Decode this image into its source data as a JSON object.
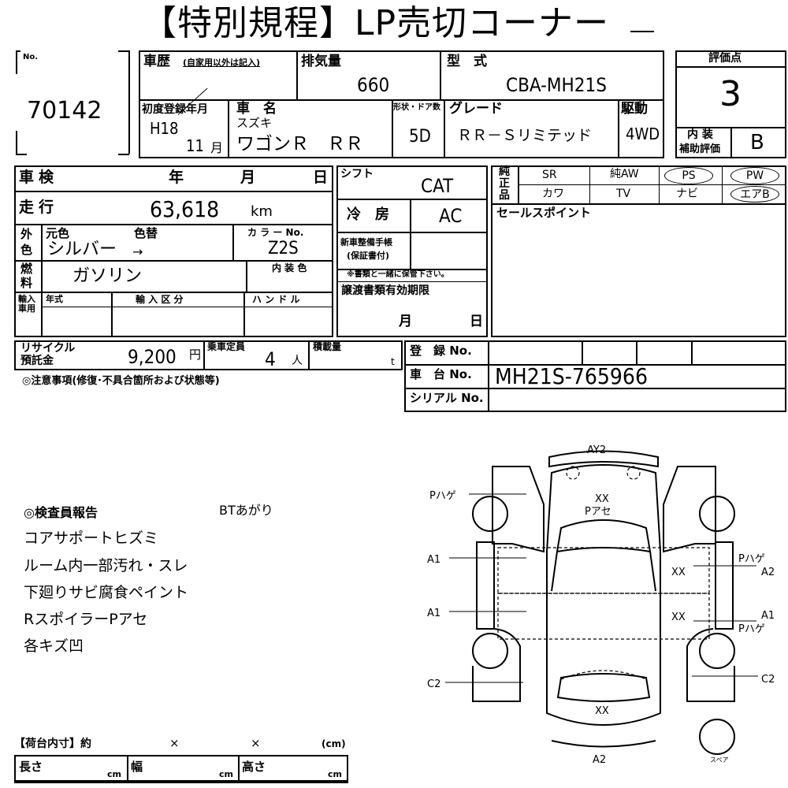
{
  "title": "【特別規程】LP売切コーナー",
  "lot": {
    "label": "No.",
    "number": "70142"
  },
  "history": {
    "label": "車歴",
    "note": "(自家用以外は記入)"
  },
  "displacement": {
    "label": "排気量",
    "value": "660"
  },
  "model": {
    "label": "型　式",
    "value": "CBA-MH21S"
  },
  "score": {
    "label": "評価点",
    "value": "3"
  },
  "first_reg": {
    "label": "初度登録年月",
    "era": "H18",
    "month": "11",
    "month_unit": "月"
  },
  "car_name": {
    "label": "車　名",
    "maker": "スズキ",
    "value": "ワゴンＲ　ＲＲ"
  },
  "doors": {
    "label": "形状・ドア数",
    "value": "5D"
  },
  "grade": {
    "label": "グレード",
    "value": "ＲＲ－Ｓリミテッド"
  },
  "drive": {
    "label": "駆動",
    "value": "4WD"
  },
  "interior_score": {
    "label1": "内 装",
    "label2": "補助評価",
    "value": "B"
  },
  "inspection": {
    "label": "車検",
    "year": "年",
    "month": "月",
    "day": "日"
  },
  "shift": {
    "label": "シフト",
    "value": "CAT"
  },
  "mileage": {
    "label": "走行",
    "value": "63,618",
    "unit": "km"
  },
  "aircon": {
    "label": "冷　房",
    "value": "AC"
  },
  "exterior_color": {
    "side1": "外",
    "side2": "色",
    "orig_label": "元色",
    "change_label": "色替",
    "value": "シルバー",
    "arrow": "→",
    "code_label": "カ ラ ー No.",
    "code": "Z2S"
  },
  "service_book": {
    "label1": "新車整備手帳",
    "label2": "(保証書付)",
    "note": "※書類と一緒に保管下さい。"
  },
  "fuel": {
    "side1": "燃",
    "side2": "料",
    "value": "ガソリン",
    "interior_color_label": "内 装 色"
  },
  "import": {
    "side": "輸入車用",
    "year_label": "年式",
    "class_label": "輸 入 区 分",
    "handle_label": "ハ ン ド ル"
  },
  "transfer": {
    "label": "譲渡書類有効期限",
    "month": "月",
    "day": "日"
  },
  "options": {
    "side": "純正品",
    "row1": [
      "SR",
      "純AW",
      "PS",
      "PW"
    ],
    "row2": [
      "カワ",
      "TV",
      "ナビ",
      "エアB"
    ]
  },
  "sales_point": {
    "label": "セールスポイント"
  },
  "recycle": {
    "label1": "リサイクル",
    "label2": "預託金",
    "value": "9,200",
    "unit": "円"
  },
  "capacity": {
    "label": "乗車定員",
    "value": "4",
    "unit": "人"
  },
  "load": {
    "label": "積載量",
    "unit": "t"
  },
  "registration": {
    "label": "登　録 No.",
    "value": ""
  },
  "chassis": {
    "label": "車　台 No.",
    "value": "MH21S-765966"
  },
  "serial": {
    "label": "シリアル No.",
    "value": ""
  },
  "caution": {
    "label": "◎注意事項(修復･不具合箇所および状態等)"
  },
  "inspector": {
    "label": "◎検査員報告",
    "note": "BTあがり",
    "lines": [
      "コアサポートヒズミ",
      "ルーム内一部汚れ・スレ",
      "下廻りサビ腐食ペイント",
      "RスポイラーPアセ",
      "各キズ凹"
    ]
  },
  "cargo": {
    "label": "【荷台内寸】約",
    "x1": "×",
    "x2": "×",
    "unit_paren": "(cm)",
    "length": "長さ",
    "width": "幅",
    "height": "高さ",
    "cm": "cm"
  },
  "diagram": {
    "ay2": "AY2",
    "hood1": "XX",
    "hood2": "Pアセ",
    "left_front": "Pハゲ",
    "left_door1": "A1",
    "left_door2": "A1",
    "left_rear": "C2",
    "right_door_xx1": "XX",
    "right_door_xx2": "XX",
    "right1a": "Pハゲ",
    "right1b": "A2",
    "right2a": "A1",
    "right2b": "Pハゲ",
    "right_rear": "C2",
    "tail_xx": "XX",
    "a2": "A2",
    "spare": "スペア"
  }
}
